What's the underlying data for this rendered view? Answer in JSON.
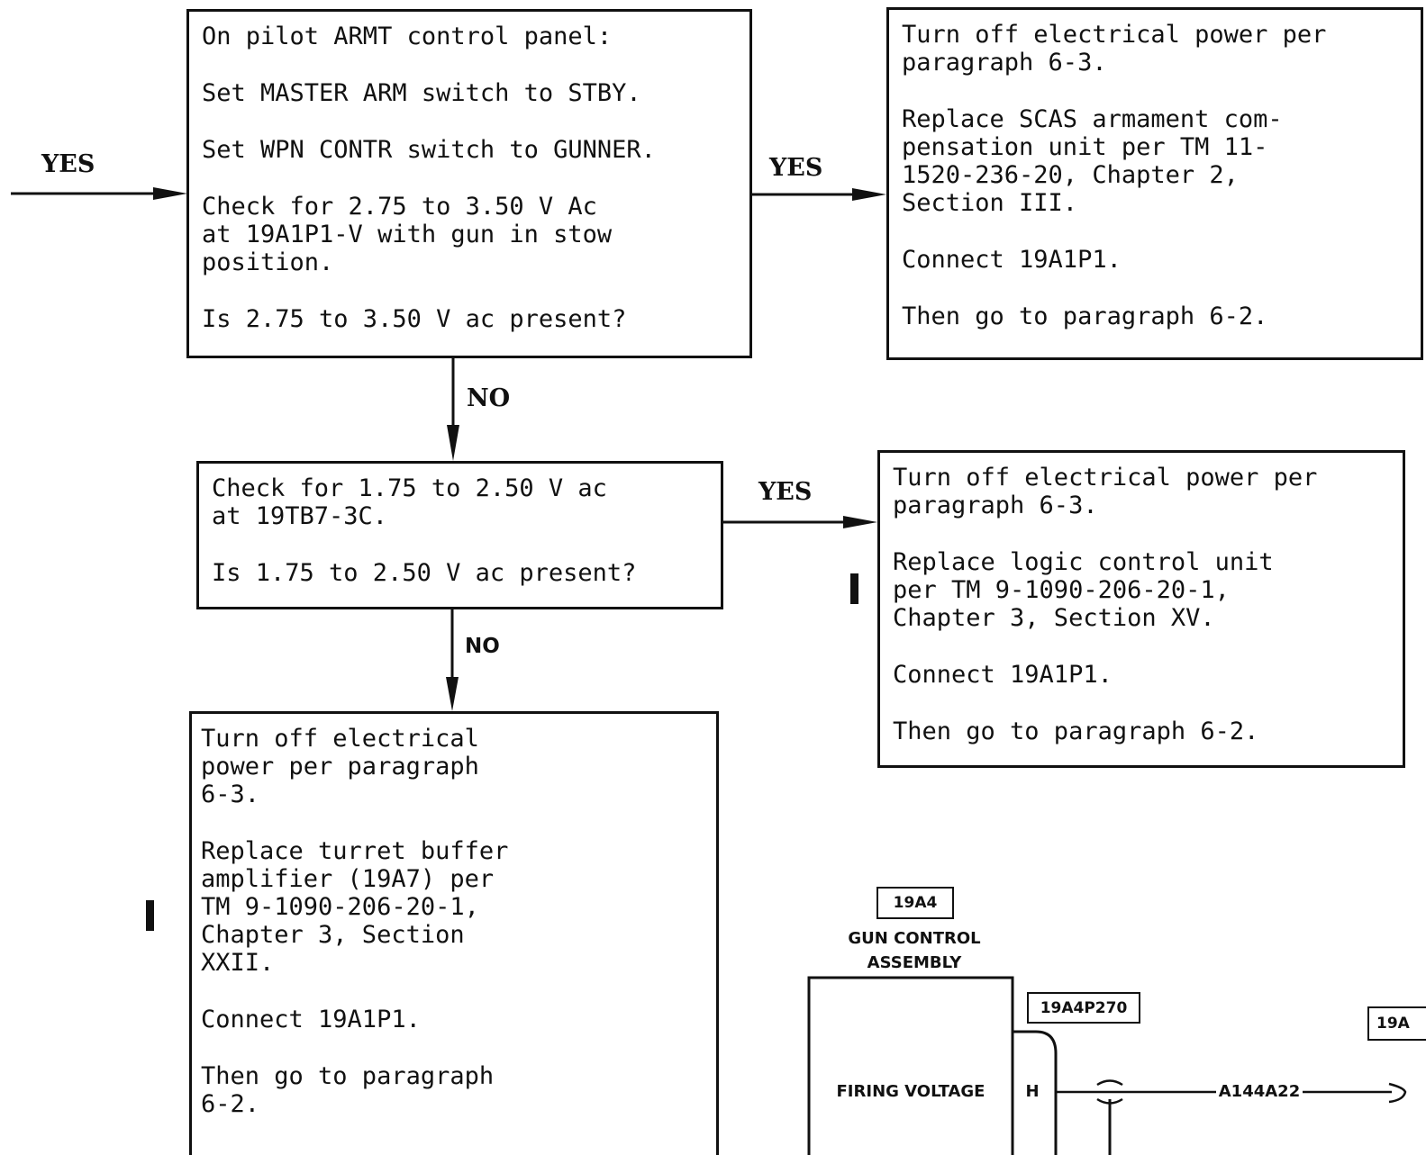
{
  "labels": {
    "yes": "YES",
    "no": "NO"
  },
  "box1": {
    "lines": [
      "On pilot ARMT control panel:",
      "Set MASTER ARM switch to STBY.",
      "Set WPN CONTR switch to GUNNER.",
      "Check for 2.75 to 3.50 V Ac\nat 19A1P1-V with gun in stow\nposition.",
      "Is 2.75 to 3.50 V ac present?"
    ]
  },
  "box2": {
    "lines": [
      "Turn off electrical power per\nparagraph 6-3.",
      "Replace SCAS armament com-\npensation unit per TM 11-\n1520-236-20, Chapter 2,\nSection III.",
      "Connect 19A1P1.",
      "Then go to paragraph 6-2."
    ]
  },
  "box3": {
    "lines": [
      "Check for 1.75 to 2.50 V ac\nat 19TB7-3C.",
      "Is 1.75 to 2.50 V ac present?"
    ]
  },
  "box4": {
    "lines": [
      "Turn off electrical power per\nparagraph 6-3.",
      "Replace logic control unit\nper TM 9-1090-206-20-1,\nChapter 3, Section XV.",
      "Connect 19A1P1.",
      "Then go to paragraph 6-2."
    ]
  },
  "box5": {
    "lines": [
      "Turn off electrical\npower per paragraph\n6-3.",
      "Replace turret buffer\namplifier (19A7) per\nTM 9-1090-206-20-1,\nChapter 3, Section\nXXII.",
      "Connect 19A1P1.",
      "Then go to paragraph\n6-2."
    ]
  },
  "schematic": {
    "unit_id": "19A4",
    "unit_name_1": "GUN CONTROL",
    "unit_name_2": "ASSEMBLY",
    "connector": "19A4P270",
    "block_label": "FIRING VOLTAGE",
    "pin": "H",
    "wire": "A144A22",
    "right_tag": "19A"
  }
}
